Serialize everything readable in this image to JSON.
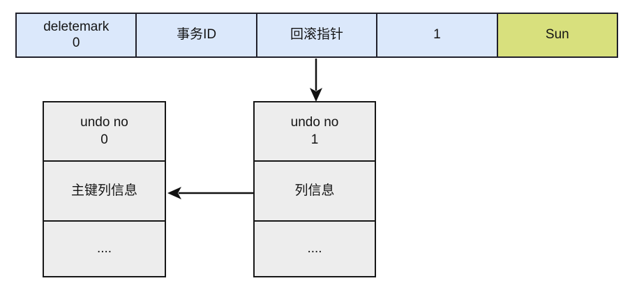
{
  "header": {
    "cells": [
      {
        "label": "deletemark\n0"
      },
      {
        "label": "事务ID"
      },
      {
        "label": "回滚指针"
      },
      {
        "label": "1"
      },
      {
        "label": "Sun"
      }
    ]
  },
  "undo_boxes": {
    "left": {
      "cells": [
        {
          "label": "undo no\n0"
        },
        {
          "label": "主键列信息"
        },
        {
          "label": "...."
        }
      ]
    },
    "right": {
      "cells": [
        {
          "label": "undo no\n1"
        },
        {
          "label": "列信息"
        },
        {
          "label": "...."
        }
      ]
    }
  },
  "colors": {
    "header_cell_fill": "#dbe8fb",
    "header_highlight_fill": "#d8e07d",
    "header_border": "#20202b",
    "box_fill": "#ededed",
    "box_border": "#161616",
    "arrow": "#111111",
    "text": "#141414",
    "background": "#ffffff"
  }
}
